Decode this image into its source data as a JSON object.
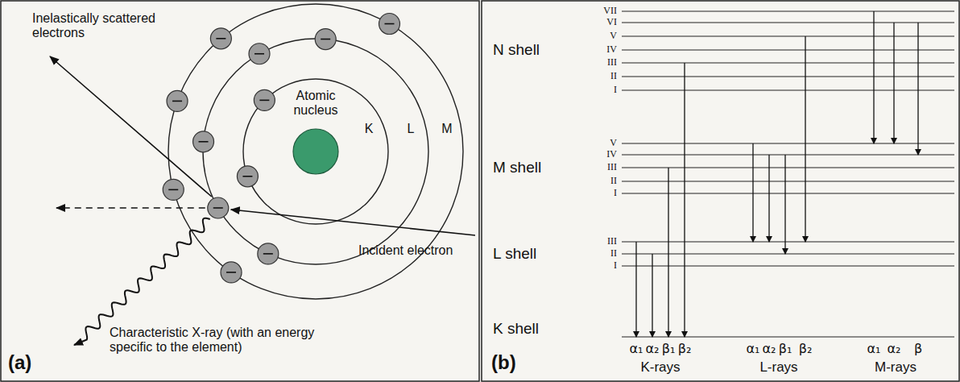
{
  "diagram": {
    "labels": [
      "Inelastically scattered electrons",
      "Atomic nucleus",
      "K",
      "L",
      "M",
      "Incident electron",
      "Characteristic X-ray (with an energy specific to the element)",
      "(a)",
      "N shell",
      "VII",
      "VI",
      "V",
      "IV",
      "III",
      "II",
      "I",
      "M shell",
      "V",
      "IV",
      "III",
      "II",
      "I",
      "L shell",
      "III",
      "II",
      "I",
      "K shell",
      "α₁",
      "α₂",
      "β₁",
      "β₂",
      "K-rays",
      "α₁",
      "α₂",
      "β₁",
      "β₂",
      "L-rays",
      "α₁",
      "α₂",
      "β",
      "M-rays",
      "(b)"
    ]
  }
}
